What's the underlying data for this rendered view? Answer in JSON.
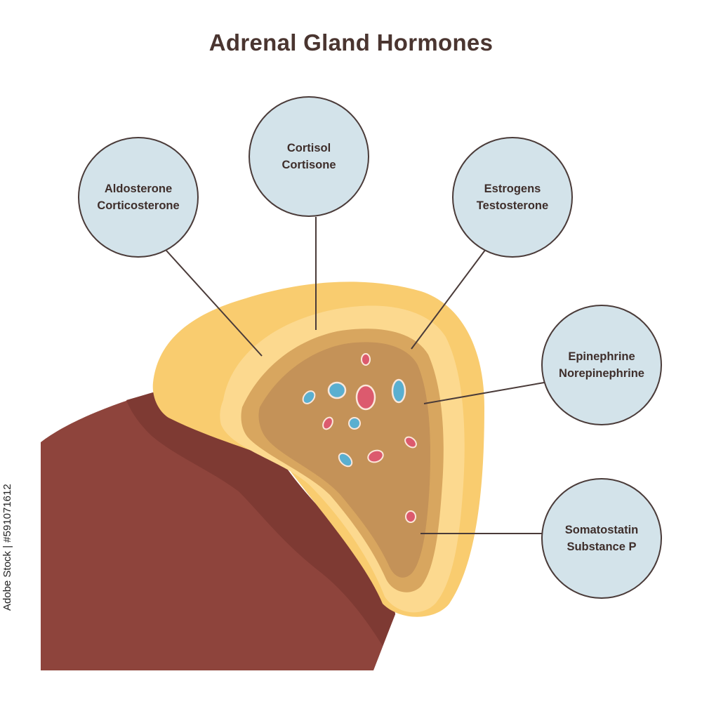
{
  "title": "Adrenal Gland Hormones",
  "labels": {
    "zona_glomerulosa": {
      "line1": "Aldosterone",
      "line2": "Corticosterone"
    },
    "zona_fasciculata": {
      "line1": "Cortisol",
      "line2": "Cortisone"
    },
    "zona_reticularis": {
      "line1": "Estrogens",
      "line2": "Testosterone"
    },
    "medulla": {
      "line1": "Epinephrine",
      "line2": "Norepinephrine"
    },
    "medulla_peptides": {
      "line1": "Somatostatin",
      "line2": "Substance P"
    }
  },
  "watermark": {
    "stock_id": "Adobe Stock | #591071612"
  },
  "colors": {
    "title": "#4a3530",
    "bubble_fill": "#d3e3ea",
    "bubble_stroke": "#4a3b39",
    "kidney_dark": "#7e3a33",
    "kidney_light": "#8e443c",
    "cortex_outer": "#f9cc6f",
    "cortex_middle": "#fcd98f",
    "cortex_inner": "#d8a65f",
    "medulla": "#c49258",
    "vessel_red": "#dc5a6e",
    "vessel_blue": "#5aafd0"
  }
}
